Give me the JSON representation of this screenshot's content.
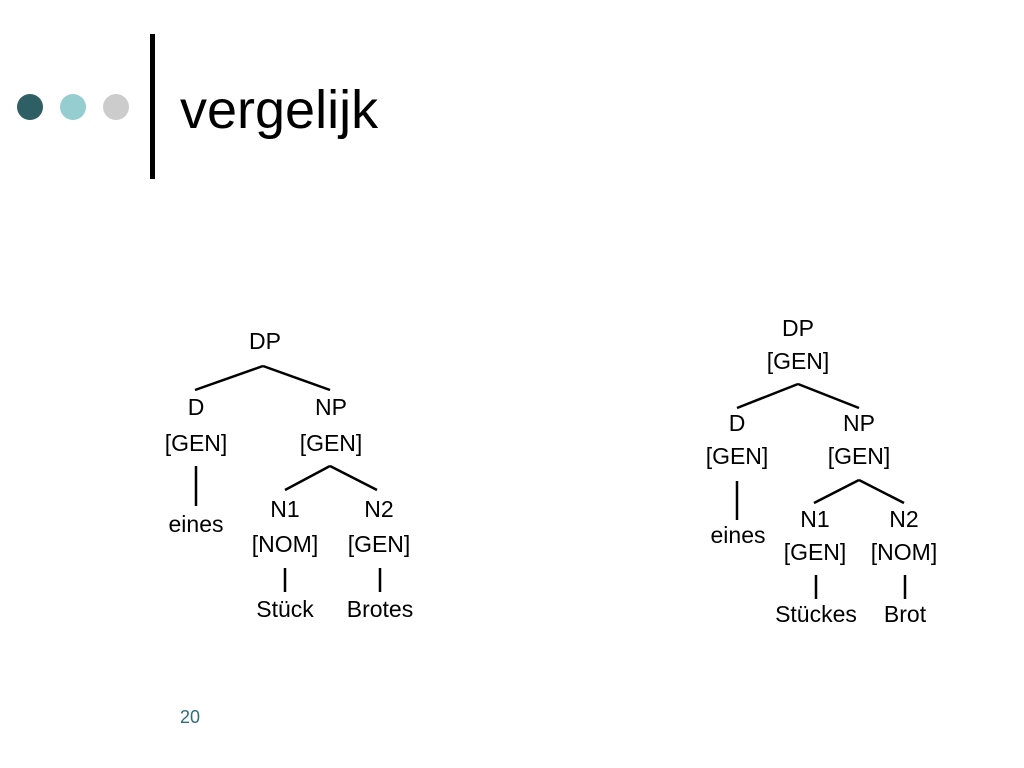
{
  "slide": {
    "title": "vergelijk",
    "page_number": "20",
    "colors": {
      "bullet_1": "#2e5f65",
      "bullet_2": "#96cdd0",
      "bullet_3": "#cccccc",
      "page_number": "#2e6f78"
    }
  },
  "tree_left": {
    "root": {
      "label": "DP"
    },
    "d": {
      "label": "D",
      "feature": "[GEN]",
      "word": "eines"
    },
    "np": {
      "label": "NP",
      "feature": "[GEN]"
    },
    "n1": {
      "label": "N1",
      "feature": "[NOM]",
      "word": "Stück"
    },
    "n2": {
      "label": "N2",
      "feature": "[GEN]",
      "word": "Brotes"
    }
  },
  "tree_right": {
    "root": {
      "label": "DP",
      "feature": "[GEN]"
    },
    "d": {
      "label": "D",
      "feature": "[GEN]",
      "word": "eines"
    },
    "np": {
      "label": "NP",
      "feature": "[GEN]"
    },
    "n1": {
      "label": "N1",
      "feature": "[GEN]",
      "word": "Stückes"
    },
    "n2": {
      "label": "N2",
      "feature": "[NOM]",
      "word": "Brot"
    }
  }
}
